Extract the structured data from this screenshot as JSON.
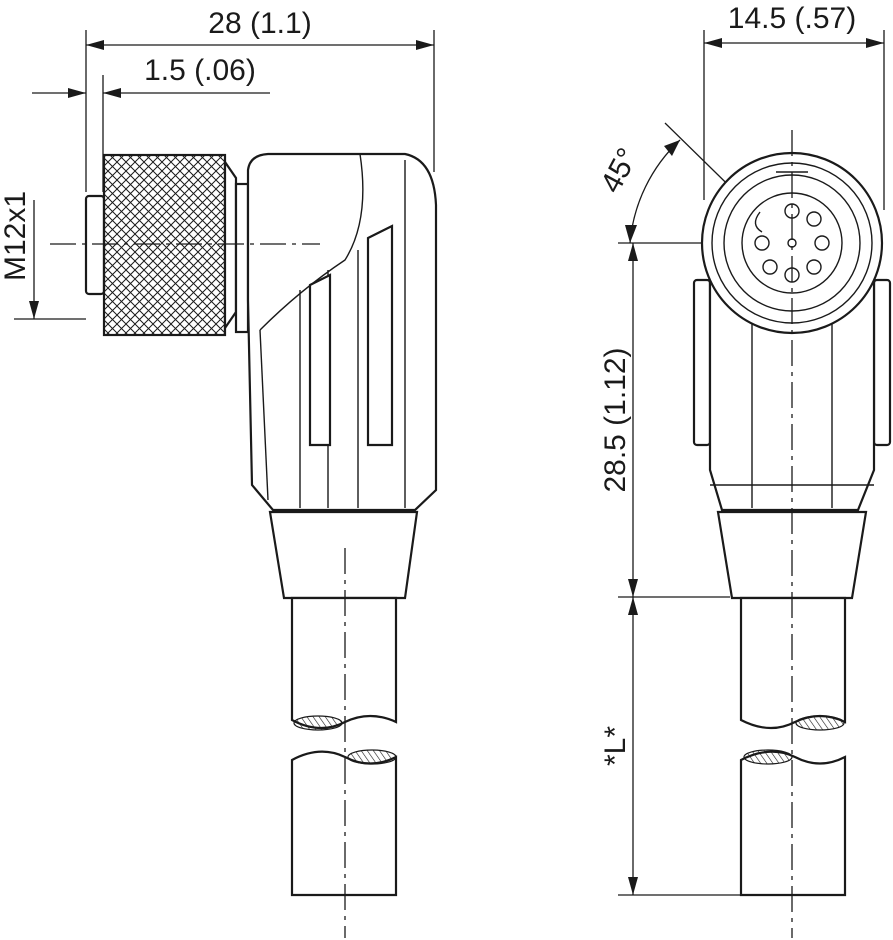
{
  "dimensions": {
    "overall_length": "28 (1.1)",
    "offset": "1.5 (.06)",
    "thread": "M12x1",
    "width": "14.5 (.57)",
    "angle": "45°",
    "height": "28.5 (1.12)",
    "cable_length": "*L*"
  }
}
